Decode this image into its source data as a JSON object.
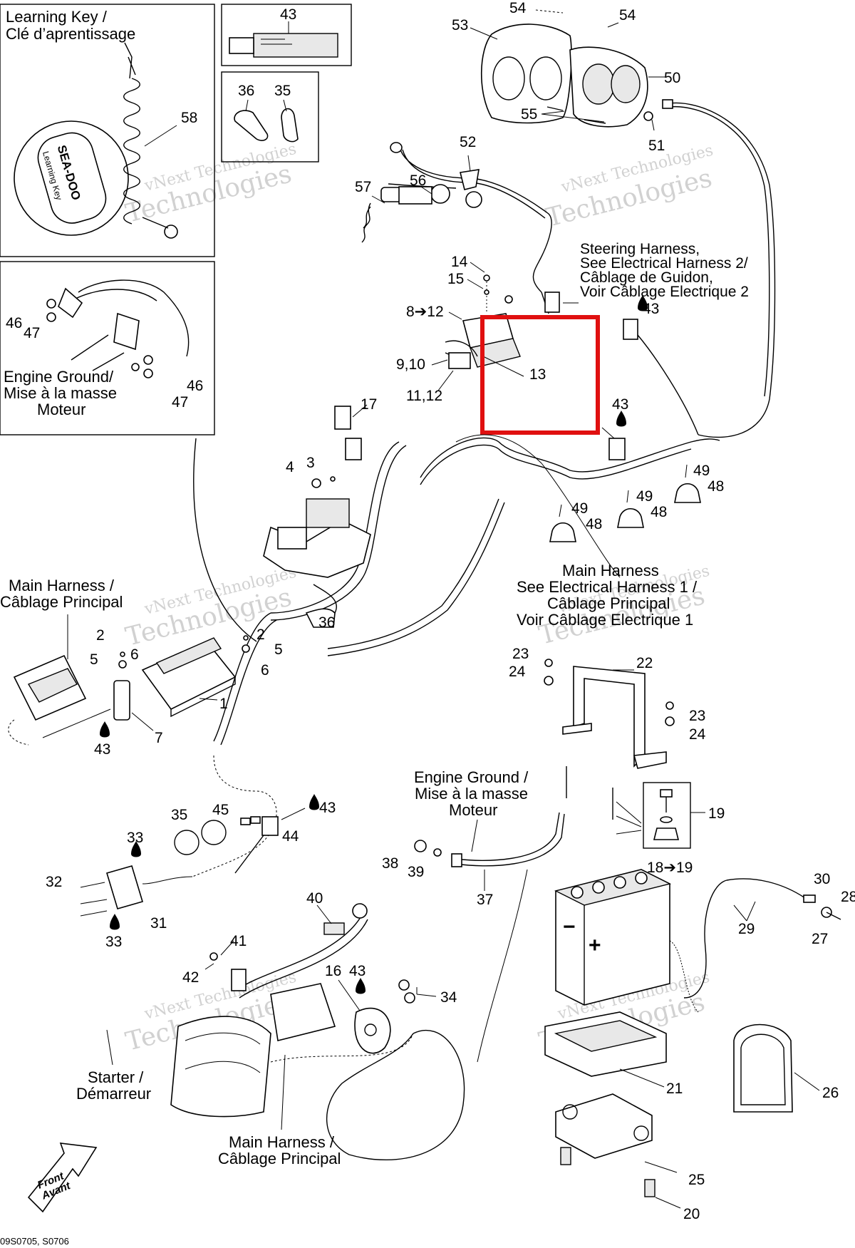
{
  "labels": {
    "learning_key": [
      "Learning Key /",
      "Clé d’aprentissage"
    ],
    "engine_ground_1": [
      "Engine Ground/",
      "Mise à la masse",
      "Moteur"
    ],
    "steering_harness": [
      "Steering Harness,",
      "See Electrical Harness 2/",
      "Câblage de Guidon,",
      "Voir Câblage Electrique 2"
    ],
    "main_harness_left": [
      "Main Harness /",
      "Câblage Principal"
    ],
    "main_harness_right": [
      "Main Harness",
      "See Electrical Harness 1 /",
      "Câblage Principal",
      "Voir Câblage Electrique 1"
    ],
    "engine_ground_2": [
      "Engine Ground /",
      "Mise à la masse",
      "Moteur"
    ],
    "starter": [
      "Starter /",
      "Démarreur"
    ],
    "main_harness_bottom": [
      "Main Harness /",
      "Câblage Principal"
    ],
    "front": [
      "Front",
      "Avant"
    ],
    "learning_key_tag": "Learning Key",
    "brand_tag": "SEA-DOO",
    "ref_code": "09S0705, S0706"
  },
  "callouts": {
    "c53": "53",
    "c54a": "54",
    "c54b": "54",
    "c50": "50",
    "c55": "55",
    "c51": "51",
    "c52": "52",
    "c56": "56",
    "c57": "57",
    "c43a": "43",
    "c36a": "36",
    "c35a": "35",
    "c58": "58",
    "c14": "14",
    "c15": "15",
    "c8_12": "8➔12",
    "c43b": "43",
    "c9_10": "9,10",
    "c11_12": "11,12",
    "c13": "13",
    "c43c": "43",
    "c46a": "46",
    "c47a": "47",
    "c46b": "46",
    "c47b": "47",
    "c17": "17",
    "c4": "4",
    "c3": "3",
    "c49a": "49",
    "c48a": "48",
    "c49b": "49",
    "c48b": "48",
    "c49c": "49",
    "c48c": "48",
    "c36b": "36",
    "c2a": "2",
    "c5a": "5",
    "c6a": "6",
    "c2b": "2",
    "c5b": "5",
    "c6b": "6",
    "c1": "1",
    "c7": "7",
    "c43d": "43",
    "c23a": "23",
    "c24a": "24",
    "c22": "22",
    "c23b": "23",
    "c24b": "24",
    "c35b": "35",
    "c45": "45",
    "c43e": "43",
    "c44": "44",
    "c33a": "33",
    "c32": "32",
    "c31": "31",
    "c33b": "33",
    "c19": "19",
    "c38": "38",
    "c39": "39",
    "c37": "37",
    "c18_19": "18➔19",
    "c30": "30",
    "c28": "28",
    "c29": "29",
    "c27": "27",
    "c40": "40",
    "c41": "41",
    "c42": "42",
    "c16": "16",
    "c43f": "43",
    "c34": "34",
    "c21": "21",
    "c26": "26",
    "c25": "25",
    "c20": "20"
  },
  "watermark": [
    "vNext Technologies",
    "Technologies"
  ],
  "highlight": {
    "color": "#e01010"
  }
}
